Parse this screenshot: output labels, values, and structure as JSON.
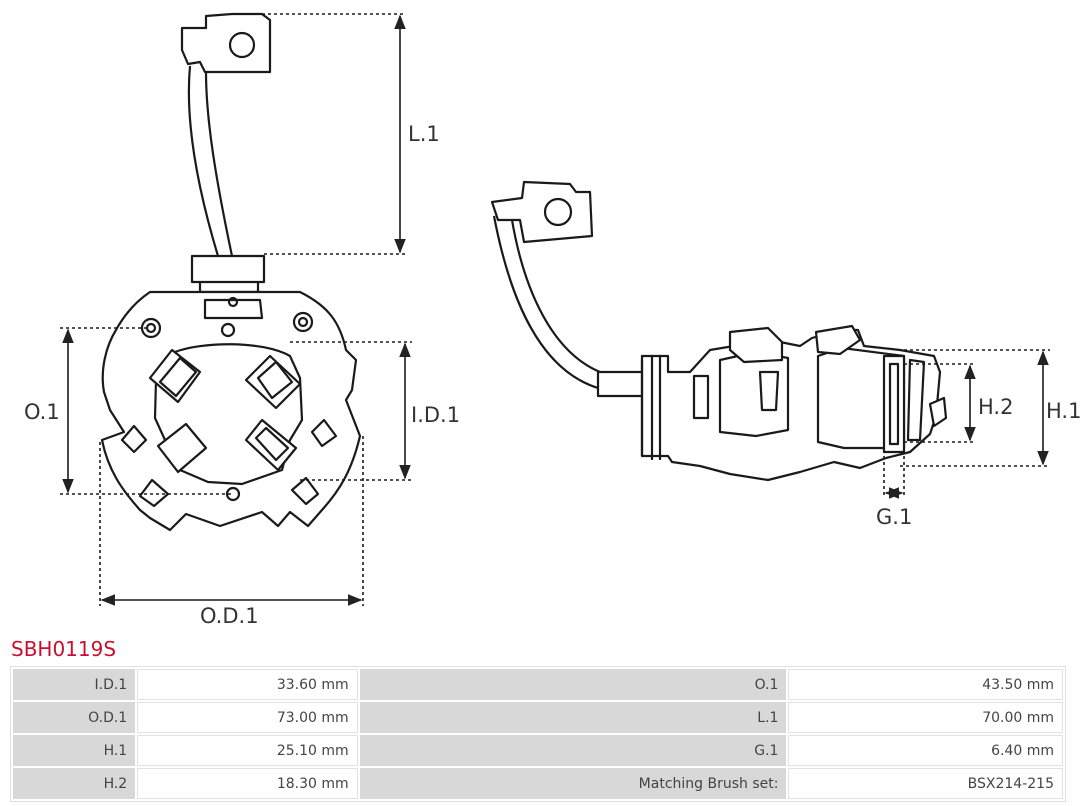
{
  "dimensions": {
    "L1": "L.1",
    "O1": "O.1",
    "ID1": "I.D.1",
    "OD1": "O.D.1",
    "H1": "H.1",
    "H2": "H.2",
    "G1": "G.1"
  },
  "part_code": "SBH0119S",
  "specs": [
    {
      "label_a": "I.D.1",
      "value_a": "33.60 mm",
      "label_b": "O.1",
      "value_b": "43.50 mm"
    },
    {
      "label_a": "O.D.1",
      "value_a": "73.00 mm",
      "label_b": "L.1",
      "value_b": "70.00 mm"
    },
    {
      "label_a": "H.1",
      "value_a": "25.10 mm",
      "label_b": "G.1",
      "value_b": "6.40 mm"
    },
    {
      "label_a": "H.2",
      "value_a": "18.30 mm",
      "label_b": "Matching Brush set:",
      "value_b": "BSX214-215"
    }
  ]
}
